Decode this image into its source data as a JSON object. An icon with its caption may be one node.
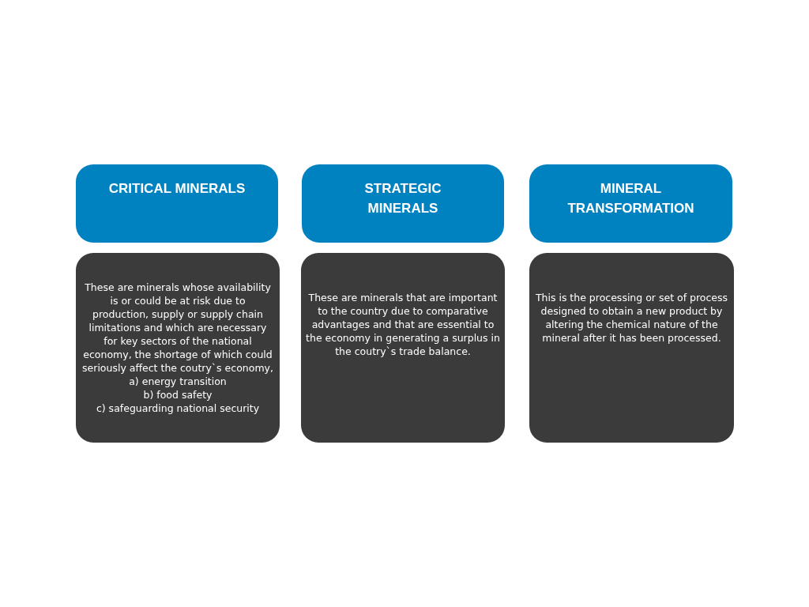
{
  "diagram": {
    "nodes": [
      {
        "text": [
          "CRITICAL MINERALS"
        ]
      },
      {
        "text": [
          "STRATEGIC MINERALS"
        ]
      },
      {
        "text": [
          "MINERAL TRANSFORMATION"
        ]
      },
      {
        "text": [
          "These are minerals whose availability is or could be at risk due to production, supply or supply chain limitations and which are necessary for key sectors of the national economy, the shortage of which could seriously affect the coutry`s economy,",
          "a) energy transition",
          "b) food safety",
          "c) safeguarding national security"
        ]
      },
      {
        "text": [
          "These are minerals that are important to the country due to comparative advantages and that are essential to the economy in generating a surplus in the coutry`s trade balance."
        ]
      },
      {
        "text": [
          "This is the processing or set of process designed to obtain a new product by altering the chemical nature of the mineral after it has been processed."
        ]
      }
    ]
  }
}
